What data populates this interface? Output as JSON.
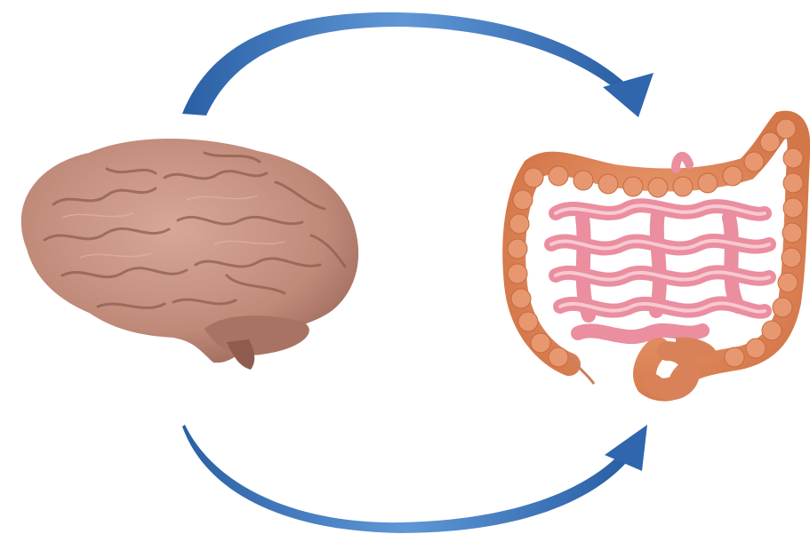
{
  "diagram": {
    "nodes": [
      {
        "id": "brain",
        "icon": "brain-icon"
      },
      {
        "id": "intestines",
        "icon": "intestines-icon"
      }
    ],
    "edges": [
      {
        "from": "brain",
        "to": "intestines",
        "route": "top",
        "icon": "curved-arrow-icon"
      },
      {
        "from": "brain",
        "to": "intestines",
        "route": "bottom",
        "icon": "curved-arrow-icon"
      }
    ],
    "colors": {
      "arrow": "#2f6db5",
      "arrow_highlight": "#6fa3de",
      "brain": "#c48f7e",
      "brain_shadow": "#9b6a5c",
      "colon": "#e08a5e",
      "small_intestine": "#f2a7b2",
      "background": "#ffffff"
    }
  }
}
